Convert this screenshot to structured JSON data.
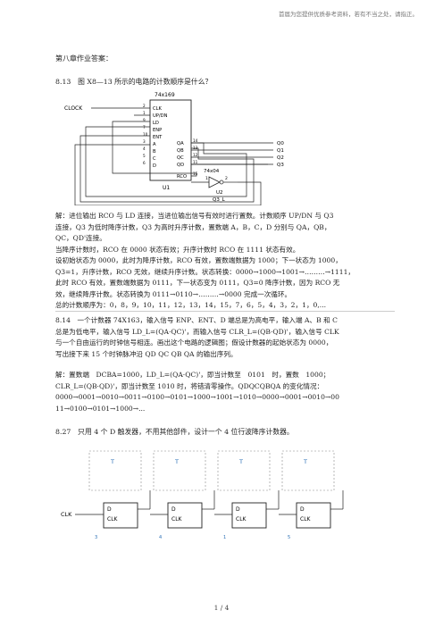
{
  "header_note": "首届为您提供优质参考资料，若有不当之处，请指正。",
  "title": "第八章作业答案：",
  "q813": {
    "question": "8.13　图 X8—13 所示的电路的计数顺序是什么？",
    "circuit": {
      "chip_name": "74x169",
      "clock_label": "CLOCK",
      "left_pins": [
        "CLK",
        "UP/DN",
        "LD",
        "ENP",
        "ENT",
        "A",
        "B",
        "C",
        "D"
      ],
      "left_pin_numbers": [
        "2",
        "1",
        "9",
        "7",
        "10",
        "3",
        "4",
        "5",
        "6"
      ],
      "right_pins": [
        "QA",
        "QB",
        "QC",
        "QD",
        "RCO"
      ],
      "right_pin_numbers": [
        "14",
        "13",
        "12",
        "11",
        "15"
      ],
      "outputs": [
        "Q0",
        "Q1",
        "Q2",
        "Q3"
      ],
      "unit_u1": "U1",
      "inverter_name": "74x04",
      "inverter_pins": [
        "1",
        "2"
      ],
      "unit_u2": "U2",
      "inverter_caption": "Q3_L"
    },
    "answer_lines": [
      "解：进位输出 RCO 与 LD 连接，当进位输出信号有效时进行置数。计数顺序 UP/DN 与 Q3",
      "连接，Q3 为低时降序计数，Q3 为高时升序计数，置数端 A，B，C，D 分别与 QA，QB，",
      "QC，QD'连接。",
      "当降序计数时，RCO 在 0000 状态有效；升序计数时 RCO 在 1111 状态有效。",
      "设初始状态为 0000，此时为降序计数，RCO 有效，置数端数据为 1000；下一状态为 1000，",
      "Q3=1，升序计数，RCO 无效，继续升序计数。状态转换：0000→1000→1001→………→1111，",
      "此时 RCO 有效，置数端数据为 0111，下一状态变为 0111，Q3=0 降序计数，因为 RCO 无",
      "效，继续降序计数。状态转换为 0111→0110→………→0000 完成一次循环。",
      "总的计数顺序为：0，8，9，10，11，12，13，14，15，7，6，5，4，3，2，1，0,..."
    ]
  },
  "q814": {
    "lines": [
      "8.14　一个计数器 74X163，输入信号 ENP、ENT、D 端总是为高电平，输入端 A、B 和 C",
      "总是为低电平，输入信号 LD_L=(QA·QC)'，而输入信号 CLR_L=(QB·QD)'，输入信号 CLK",
      "与一个自由运行的时钟信号相连。画出这个电路的逻辑图；假设计数器的起始状态为 0000，",
      "写出接下来 15 个时钟脉冲沿 QD QC QB QA 的输出序列。"
    ],
    "answer_lines": [
      "解：置数端　DCBA=1000，LD_L=(QA·QC)'，即当计数至　0101　时，置数　1000；",
      "CLR_L=(QB·QD)'，即当计数至 1010 时，将错清零操作。QDQCQBQA 的变化情况：",
      "0000→0001→0010→0011→0100→0101→1000→1001→1010→0000→0001→0010→00",
      "11→0100→0101→1000→..."
    ]
  },
  "q827": {
    "question": "8.27　只用 4 个 D 触发器，不用其他部件，设计一个 4 位行波降序计数器。",
    "clk_label": "CLK",
    "ff_labels": [
      "D",
      "CLK"
    ],
    "t_label": "T",
    "stage_numbers": [
      "3",
      "4",
      "1",
      "5"
    ]
  },
  "footer": "1 / 4"
}
